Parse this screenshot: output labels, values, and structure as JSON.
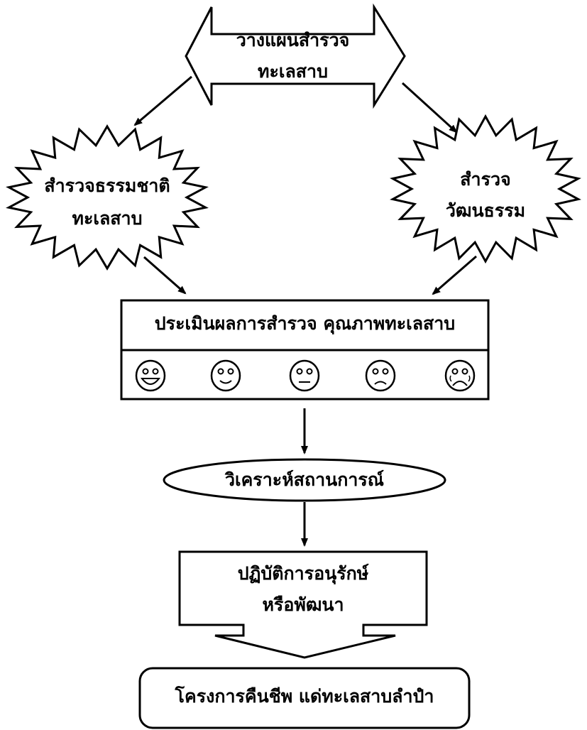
{
  "nodes": {
    "plan": {
      "line1": "วางแผนสำรวจ",
      "line2": "ทะเลสาบ"
    },
    "nature": {
      "line1": "สำรวจธรรมชาติ",
      "line2": "ทะเลสาบ"
    },
    "culture": {
      "line1": "สำรวจ",
      "line2": "วัฒนธรรม"
    },
    "assessment": {
      "title": "ประเมินผลการสำรวจ คุณภาพทะเลสาบ"
    },
    "analysis": {
      "label": "วิเคราะห์สถานการณ์"
    },
    "action": {
      "line1": "ปฏิบัติการอนุรักษ์",
      "line2": "หรือพัฒนา"
    },
    "project": {
      "label": "โครงการคืนชีพ แด่ทะเลสาบลำปำ"
    }
  },
  "rating_faces": [
    "very-happy",
    "happy",
    "neutral",
    "sad",
    "very-sad"
  ]
}
